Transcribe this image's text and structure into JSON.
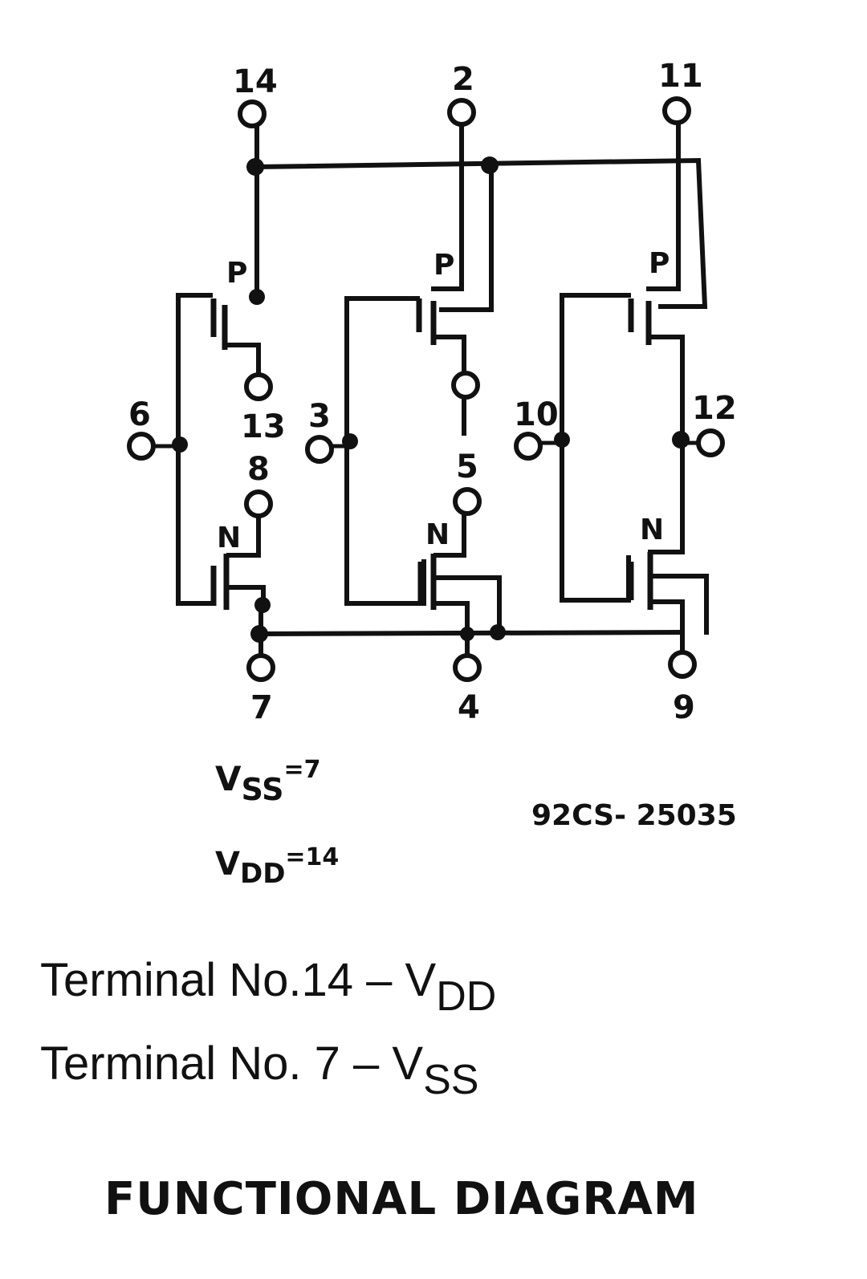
{
  "pins": {
    "p14": "14",
    "p2": "2",
    "p11": "11",
    "p6": "6",
    "p13": "13",
    "p8": "8",
    "p3": "3",
    "p5": "5",
    "p10": "10",
    "p12": "12",
    "p7": "7",
    "p4": "4",
    "p9": "9"
  },
  "transistor_labels": {
    "p": "P",
    "n": "N"
  },
  "supply_notes": {
    "vss_symbol": "V",
    "vss_sub": "SS",
    "vss_value": "=7",
    "vdd_symbol": "V",
    "vdd_sub": "DD",
    "vdd_value": "=14"
  },
  "part_code": "92CS- 25035",
  "terminal_lines": [
    {
      "text": "Terminal No.14 – V",
      "sub": "DD"
    },
    {
      "text": "Terminal No.  7 – V",
      "sub": "SS"
    }
  ],
  "title": "FUNCTIONAL DIAGRAM"
}
